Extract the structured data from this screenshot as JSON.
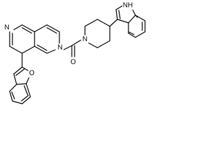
{
  "molecule": {
    "atom_labels": {
      "pyridine_n": "N",
      "naphthyridine_n": "N",
      "carbonyl_o": "O",
      "piperidine_n": "N",
      "indole_nh": "NH",
      "benzofuran_o": "O"
    }
  }
}
